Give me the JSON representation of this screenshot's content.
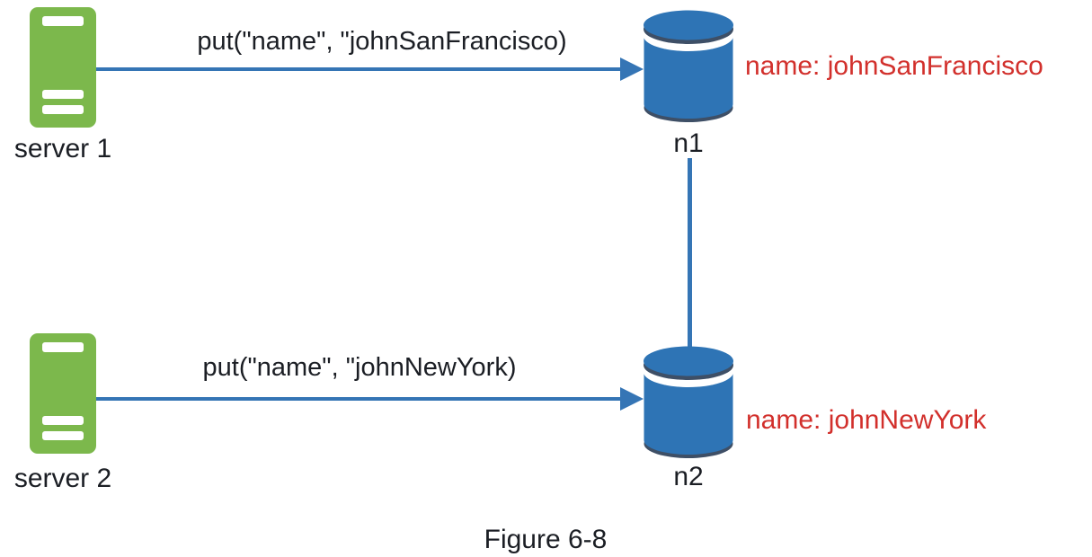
{
  "figure": {
    "caption": "Figure 6-8"
  },
  "colors": {
    "server_green": "#7cb84c",
    "db_blue": "#2e74b5",
    "db_dark_rim": "#3e4f66",
    "connector_blue": "#3575b5",
    "data_red": "#d2302c",
    "ink": "#1b1e24"
  },
  "nodes": {
    "server1": {
      "label": "server 1"
    },
    "server2": {
      "label": "server 2"
    },
    "n1": {
      "label": "n1",
      "data": "name: johnSanFrancisco"
    },
    "n2": {
      "label": "n2",
      "data": "name: johnNewYork"
    }
  },
  "edges": {
    "put1": {
      "label": "put(\"name\", \"johnSanFrancisco)"
    },
    "put2": {
      "label": "put(\"name\", \"johnNewYork)"
    }
  }
}
